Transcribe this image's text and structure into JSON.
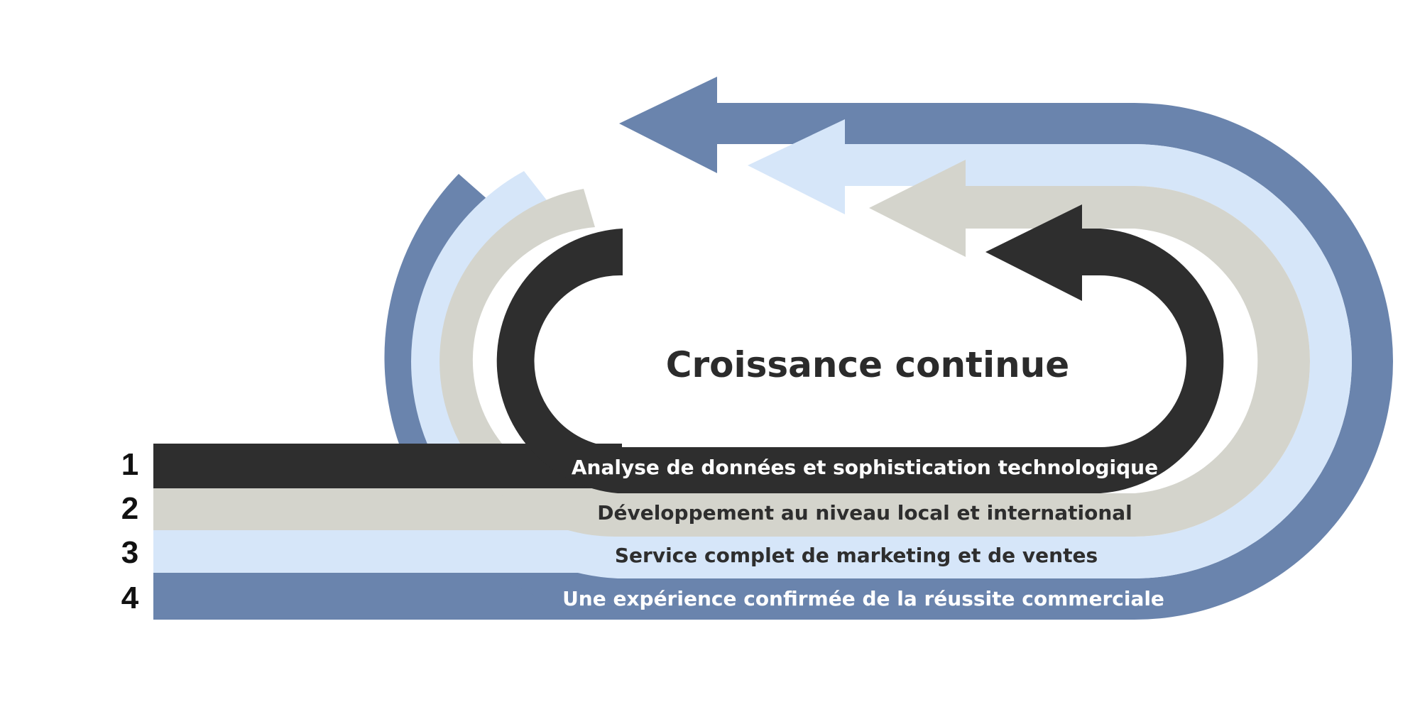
{
  "diagram": {
    "title": "Croissance continue",
    "title_color": "#2b2b2b",
    "layers": [
      {
        "number": "1",
        "label": "Analyse de données et sophistication technologique",
        "color": "#2e2e2e",
        "text_color": "#ffffff"
      },
      {
        "number": "2",
        "label": "Développement au niveau local et international",
        "color": "#d4d4cc",
        "text_color": "#2e2e2e"
      },
      {
        "number": "3",
        "label": "Service complet de marketing et de ventes",
        "color": "#d6e6f9",
        "text_color": "#2e2e2e"
      },
      {
        "number": "4",
        "label": "Une expérience confirmée de la réussite commerciale",
        "color": "#6a84ad",
        "text_color": "#ffffff"
      }
    ]
  }
}
